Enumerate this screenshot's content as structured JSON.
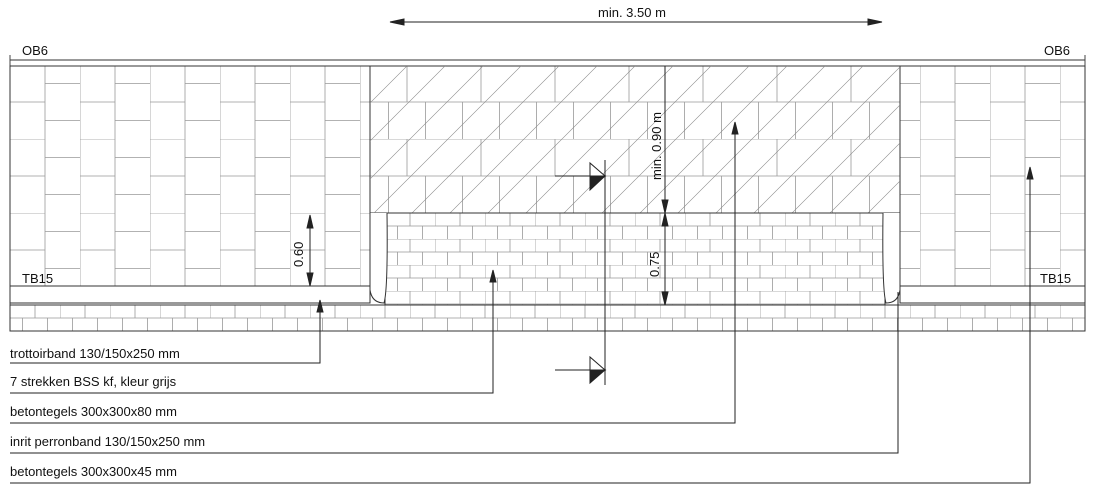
{
  "dimensions": {
    "width_label": "min. 3.50 m",
    "hatched_depth": "min. 0.90 m",
    "left_depth": "0.60",
    "brick_depth": "0.75"
  },
  "markers": {
    "top_left": "OB6",
    "top_right": "OB6",
    "curb_left": "TB15",
    "curb_right": "TB15"
  },
  "legend": [
    {
      "label": "trottoirband 130/150x250 mm"
    },
    {
      "label": "7 strekken BSS kf, kleur grijs"
    },
    {
      "label": "betontegels 300x300x80 mm"
    },
    {
      "label": "inrit perronband 130/150x250 mm"
    },
    {
      "label": "betontegels 300x300x45 mm"
    }
  ],
  "colors": {
    "line": "#222222",
    "tile": "#8a8a8a"
  }
}
